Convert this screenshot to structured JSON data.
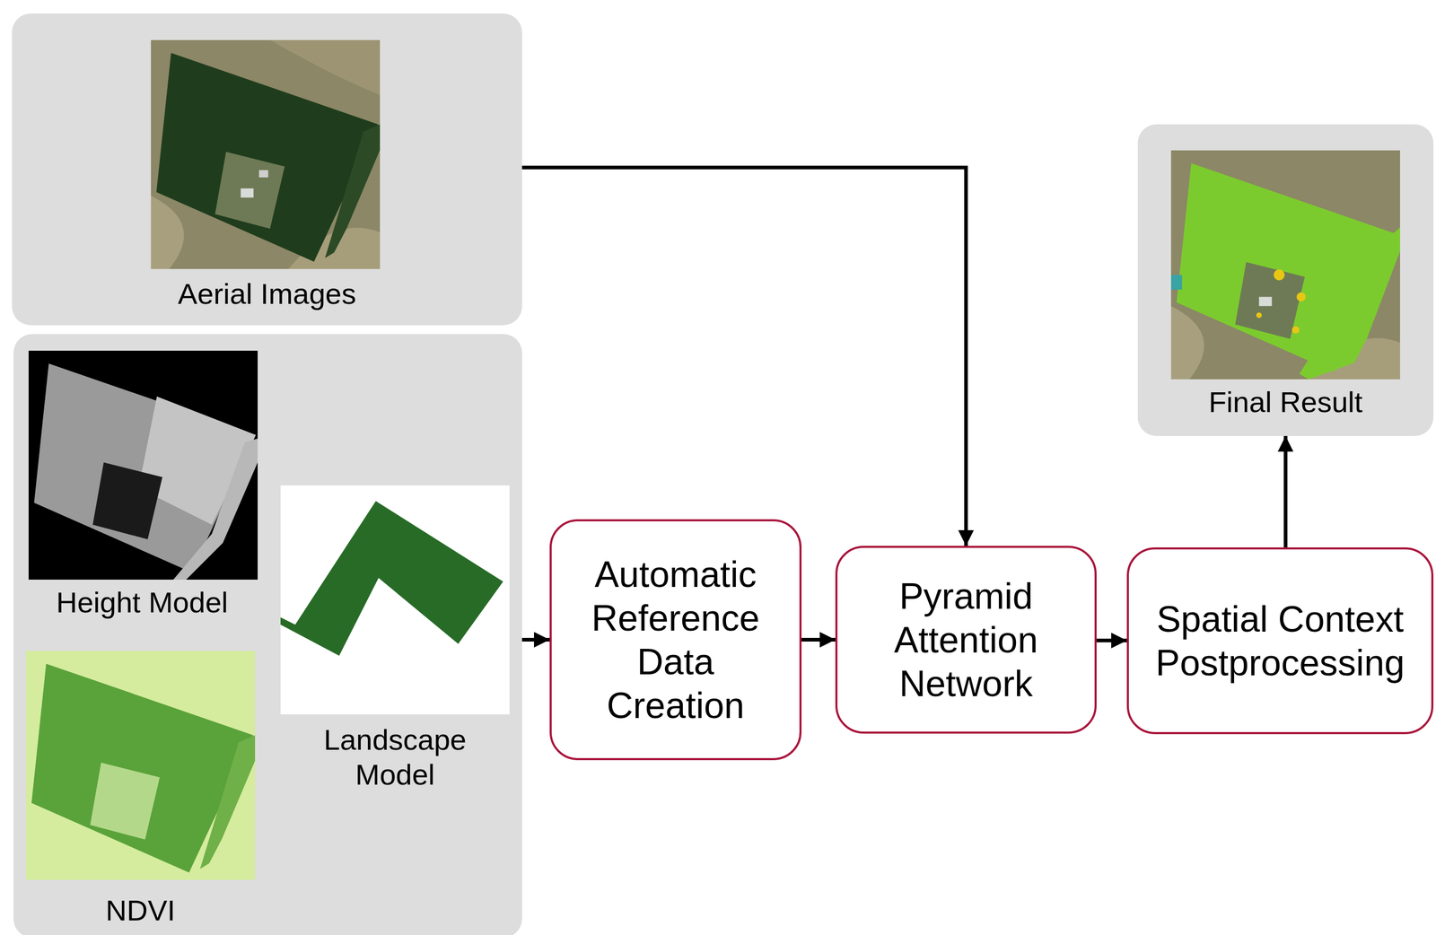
{
  "diagram": {
    "nodes": [
      {
        "text": [
          "Aerial Images"
        ]
      },
      {
        "text": []
      },
      {
        "text": [
          "Height Model"
        ],
        "in": 1
      },
      {
        "text": [
          "Landscape Model"
        ],
        "in": 1
      },
      {
        "text": [
          "NDVI"
        ],
        "in": 1
      },
      {
        "text": [
          "Automatic Reference Data Creation"
        ]
      },
      {
        "text": [
          "Pyramid Attention Network"
        ]
      },
      {
        "text": [
          "Spatial Context Postprocessing"
        ]
      },
      {
        "text": [
          "Final Result"
        ]
      }
    ],
    "edges": [
      {
        "from": 0,
        "to": 6,
        "arrow": "to"
      },
      {
        "from": 1,
        "to": 5,
        "arrow": "to"
      },
      {
        "from": 5,
        "to": 6,
        "arrow": "to"
      },
      {
        "from": 6,
        "to": 7,
        "arrow": "to"
      },
      {
        "from": 7,
        "to": 8,
        "arrow": "to"
      }
    ]
  }
}
